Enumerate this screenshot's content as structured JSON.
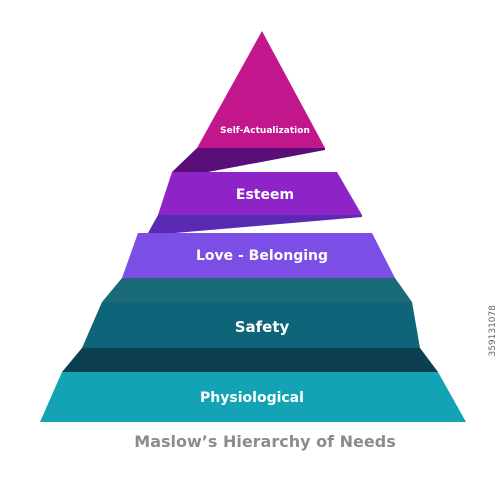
{
  "title": "Maslow’s Hierarchy of Needs",
  "side_id": "359131078",
  "tiers": [
    {
      "label": "Self-Actualization",
      "color": "#c2168c"
    },
    {
      "label": "Esteem",
      "color": "#8e24c8"
    },
    {
      "label": "Love - Belonging",
      "color": "#7b4fe6"
    },
    {
      "label": "Safety",
      "color": "#0e6478"
    },
    {
      "label": "Physiological",
      "color": "#14a3b5"
    }
  ],
  "ribbon_colors": {
    "between_1_2": "#5a0e7a",
    "between_2_3": "#5b2ab2",
    "between_3_4": "#1a6a7a",
    "between_4_5": "#0c3f4f"
  }
}
